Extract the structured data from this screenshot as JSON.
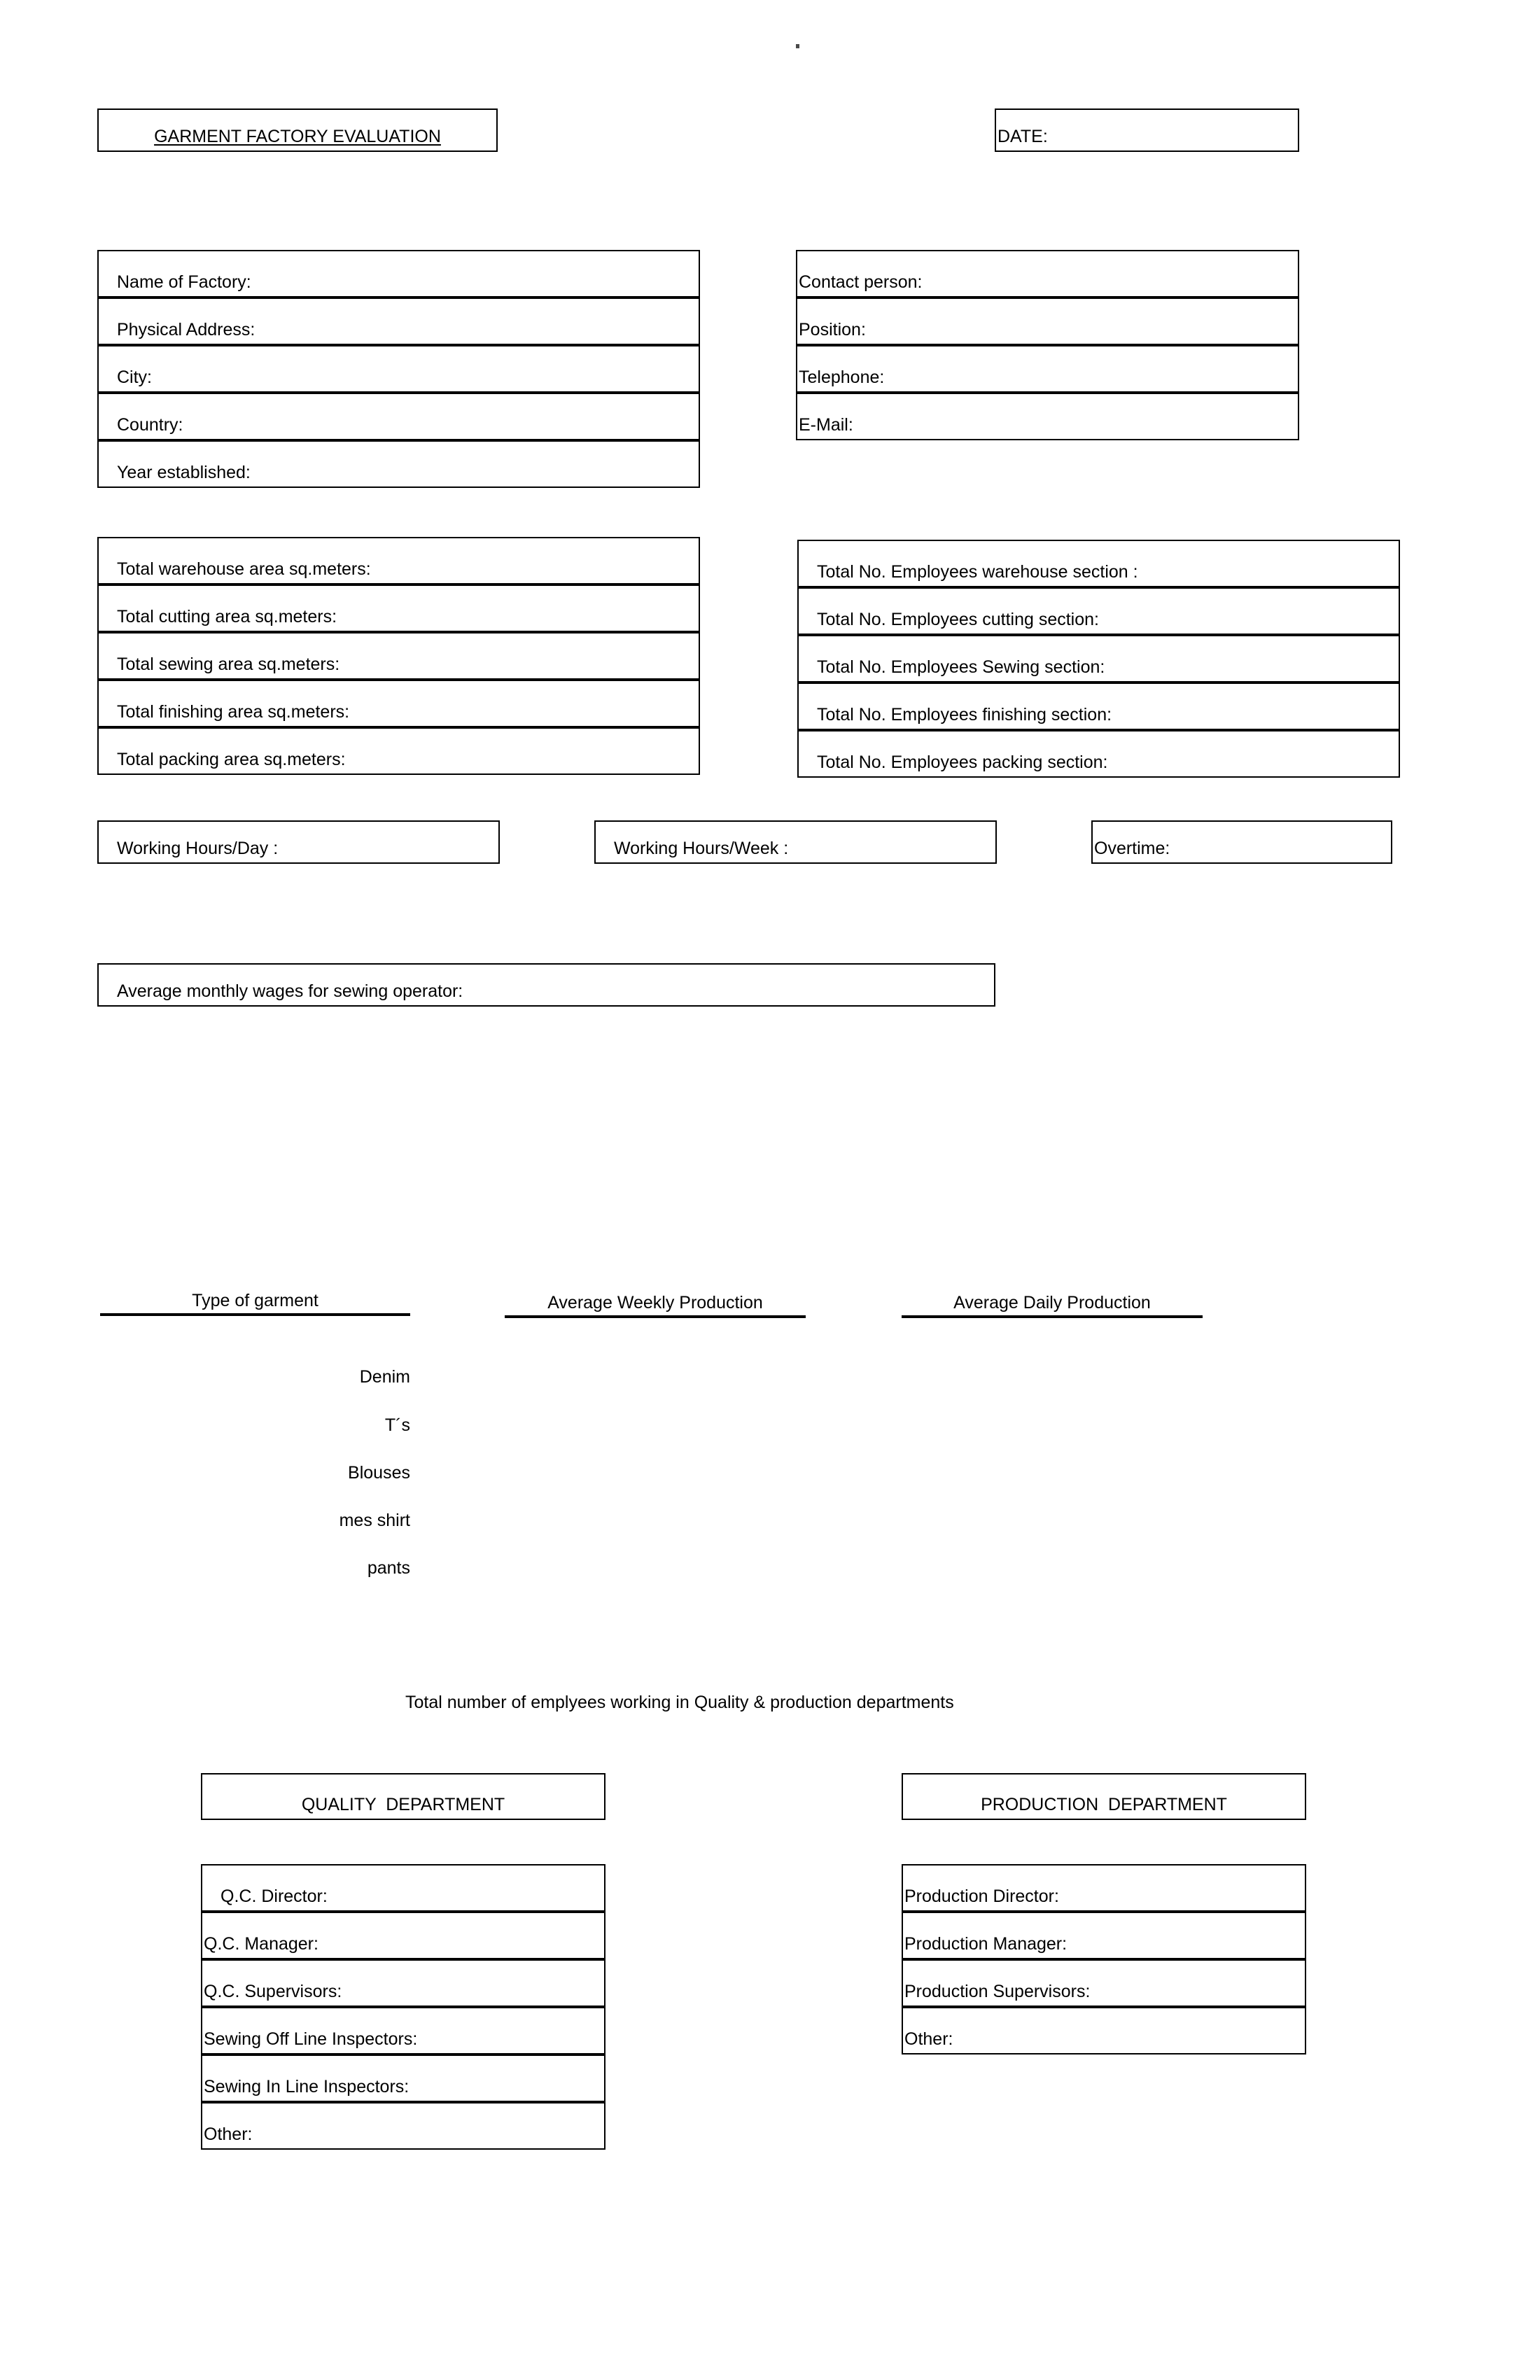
{
  "document": {
    "title": "GARMENT FACTORY EVALUATION",
    "date_label": "DATE:"
  },
  "factory_info": {
    "fields": [
      {
        "label": "Name of Factory:"
      },
      {
        "label": "Physical Address:"
      },
      {
        "label": "City:"
      },
      {
        "label": "Country:"
      },
      {
        "label": "Year established:"
      }
    ]
  },
  "contact_info": {
    "fields": [
      {
        "label": "Contact person:"
      },
      {
        "label": "Position:"
      },
      {
        "label": "Telephone:"
      },
      {
        "label": "E-Mail:"
      }
    ]
  },
  "areas": {
    "fields": [
      {
        "label": "Total warehouse area sq.meters:"
      },
      {
        "label": "Total cutting area sq.meters:"
      },
      {
        "label": "Total sewing area sq.meters:"
      },
      {
        "label": "Total finishing area sq.meters:"
      },
      {
        "label": "Total packing area sq.meters:"
      }
    ]
  },
  "employees": {
    "fields": [
      {
        "label": "Total No. Employees warehouse section :"
      },
      {
        "label": "Total No. Employees cutting section:"
      },
      {
        "label": "Total No. Employees Sewing section:"
      },
      {
        "label": "Total No. Employees finishing section:"
      },
      {
        "label": "Total No. Employees packing section:"
      }
    ]
  },
  "working_hours": {
    "day_label": "Working Hours/Day :",
    "week_label": "Working Hours/Week :",
    "overtime_label": "Overtime:"
  },
  "wages": {
    "label": "Average monthly wages for sewing operator:"
  },
  "production_table": {
    "headers": [
      "Type of garment",
      "Average Weekly Production",
      "Average Daily Production"
    ],
    "rows": [
      {
        "type": "Denim",
        "weekly": "",
        "daily": ""
      },
      {
        "type": "T´s",
        "weekly": "",
        "daily": ""
      },
      {
        "type": "Blouses",
        "weekly": "",
        "daily": ""
      },
      {
        "type": "mes shirt",
        "weekly": "",
        "daily": ""
      },
      {
        "type": "pants",
        "weekly": "",
        "daily": ""
      }
    ]
  },
  "departments": {
    "caption": "Total number of emplyees working in Quality & production departments",
    "quality": {
      "header": "QUALITY  DEPARTMENT",
      "roles": [
        {
          "label": "Q.C. Director:"
        },
        {
          "label": "Q.C. Manager:"
        },
        {
          "label": "Q.C. Supervisors:"
        },
        {
          "label": "Sewing Off Line Inspectors:"
        },
        {
          "label": "Sewing In Line Inspectors:"
        },
        {
          "label": "Other:"
        }
      ]
    },
    "production": {
      "header": "PRODUCTION  DEPARTMENT",
      "roles": [
        {
          "label": "Production Director:"
        },
        {
          "label": "Production Manager:"
        },
        {
          "label": "Production Supervisors:"
        },
        {
          "label": "Other:"
        }
      ]
    }
  },
  "colors": {
    "ink": "#000000",
    "paper": "#ffffff"
  }
}
